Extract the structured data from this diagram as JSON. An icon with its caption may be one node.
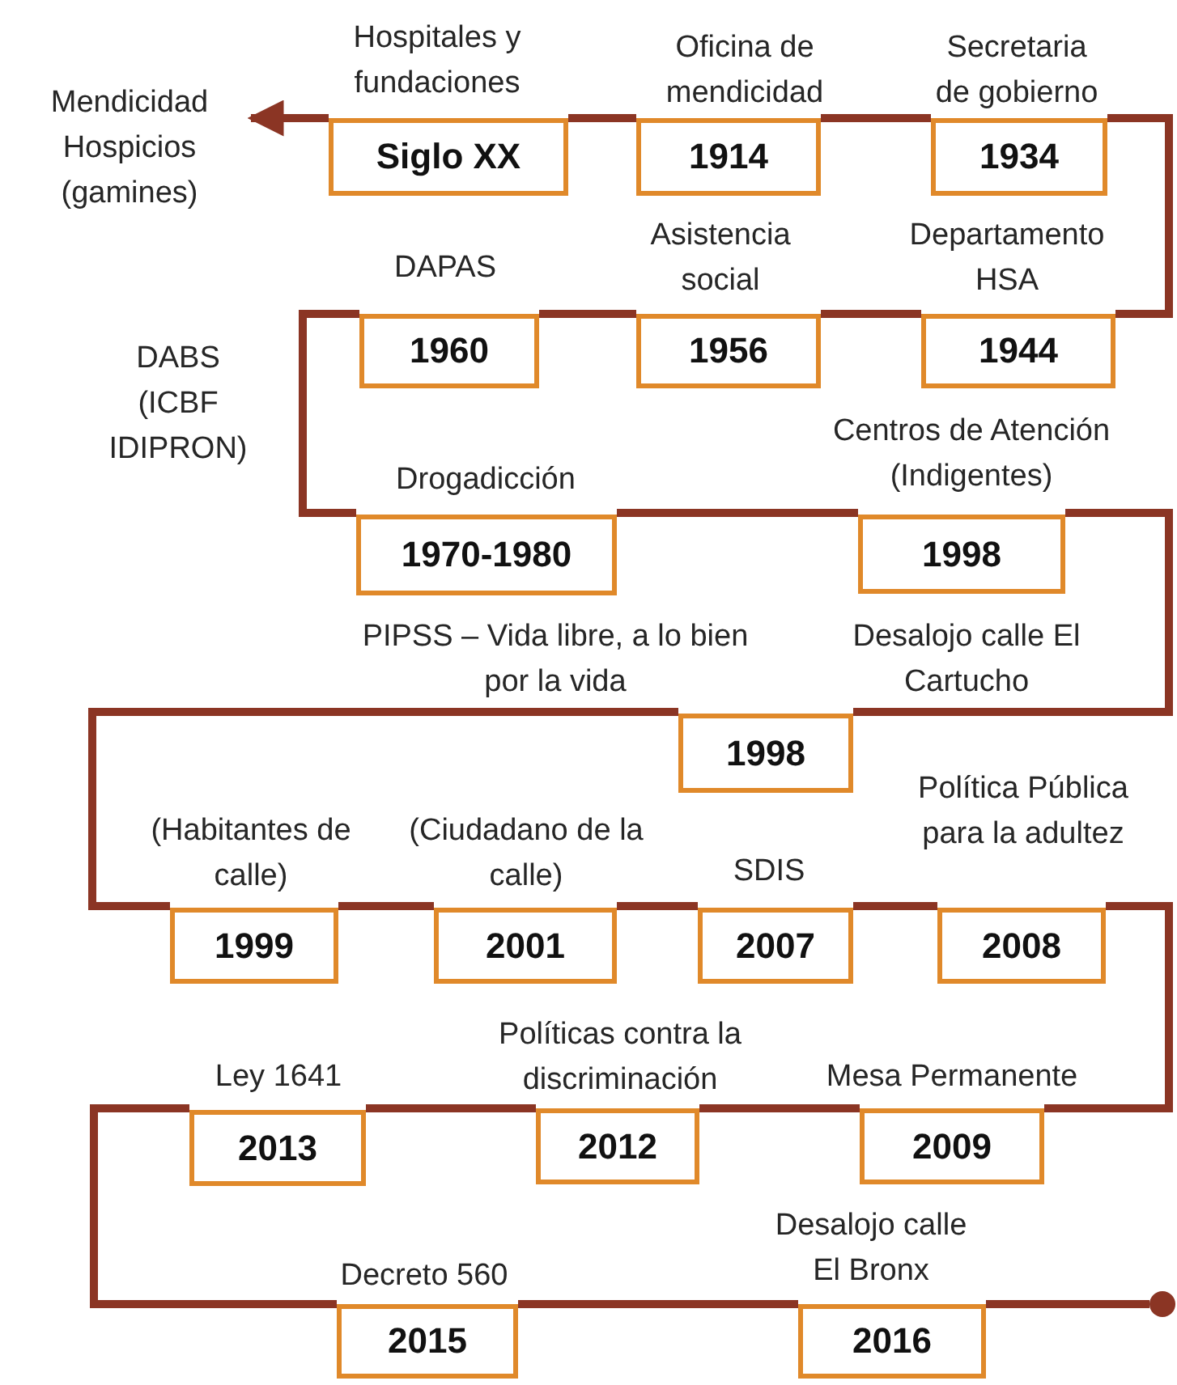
{
  "diagram": {
    "nodes": [
      {
        "text": [
          "Mendicidad Hospicios (gamines)"
        ]
      },
      {
        "text": [
          "Siglo XX"
        ],
        "beside": [
          "Hospitales y fundaciones"
        ]
      },
      {
        "text": [
          "1914"
        ],
        "beside": [
          "Oficina de mendicidad"
        ]
      },
      {
        "text": [
          "1934"
        ],
        "beside": [
          "Secretaria de gobierno"
        ]
      },
      {
        "text": [
          "1960"
        ],
        "beside": [
          "DAPAS"
        ]
      },
      {
        "text": [
          "1956"
        ],
        "beside": [
          "Asistencia social"
        ]
      },
      {
        "text": [
          "1944"
        ],
        "beside": [
          "Departamento HSA"
        ]
      },
      {
        "text": [
          "1970-1980"
        ],
        "beside": [
          "Drogadicción"
        ]
      },
      {
        "text": [
          "1998"
        ],
        "beside": [
          "Centros de Atención (Indigentes)"
        ]
      },
      {
        "text": [
          "1998"
        ]
      },
      {
        "text": [
          "1999"
        ],
        "beside": [
          "(Habitantes de calle)"
        ]
      },
      {
        "text": [
          "2001"
        ],
        "beside": [
          "(Ciudadano de la calle)"
        ]
      },
      {
        "text": [
          "2007"
        ],
        "beside": [
          "SDIS"
        ]
      },
      {
        "text": [
          "2008"
        ],
        "beside": [
          "Política Pública para la adultez"
        ]
      },
      {
        "text": [
          "2013"
        ],
        "beside": [
          "Ley 1641"
        ]
      },
      {
        "text": [
          "2012"
        ],
        "beside": [
          "Políticas contra la discriminación"
        ]
      },
      {
        "text": [
          "2009"
        ],
        "beside": [
          "Mesa Permanente"
        ]
      },
      {
        "text": [
          "2015"
        ],
        "beside": [
          "Decreto 560"
        ]
      },
      {
        "text": [
          "2016"
        ],
        "beside": [
          "Desalojo calle El Bronx"
        ]
      },
      {
        "text": [],
        "shape": "circle"
      }
    ],
    "edges": [
      {
        "from": 19,
        "to": 18,
        "arrow": "none"
      },
      {
        "from": 18,
        "to": 17,
        "arrow": "none"
      },
      {
        "from": 17,
        "to": 14,
        "arrow": "none"
      },
      {
        "from": 14,
        "to": 15,
        "arrow": "none"
      },
      {
        "from": 15,
        "to": 16,
        "arrow": "none"
      },
      {
        "from": 16,
        "to": 13,
        "arrow": "none"
      },
      {
        "from": 13,
        "to": 12,
        "arrow": "none"
      },
      {
        "from": 12,
        "to": 11,
        "arrow": "none"
      },
      {
        "from": 11,
        "to": 10,
        "arrow": "none"
      },
      {
        "from": 10,
        "to": 9,
        "arrow": "none"
      },
      {
        "from": 9,
        "to": 8,
        "arrow": "none"
      },
      {
        "from": 8,
        "to": 7,
        "arrow": "none"
      },
      {
        "from": 7,
        "to": 4,
        "arrow": "none"
      },
      {
        "from": 4,
        "to": 5,
        "arrow": "none"
      },
      {
        "from": 5,
        "to": 6,
        "arrow": "none"
      },
      {
        "from": 6,
        "to": 3,
        "arrow": "none"
      },
      {
        "from": 3,
        "to": 2,
        "arrow": "none"
      },
      {
        "from": 2,
        "to": 1,
        "arrow": "none"
      },
      {
        "from": 1,
        "to": 0,
        "arrow": "to"
      }
    ],
    "labels": [
      "DABS (ICBF IDIPRON)",
      "PIPSS – Vida libre, a lo bien por la vida",
      "Desalojo calle El Cartucho"
    ]
  }
}
